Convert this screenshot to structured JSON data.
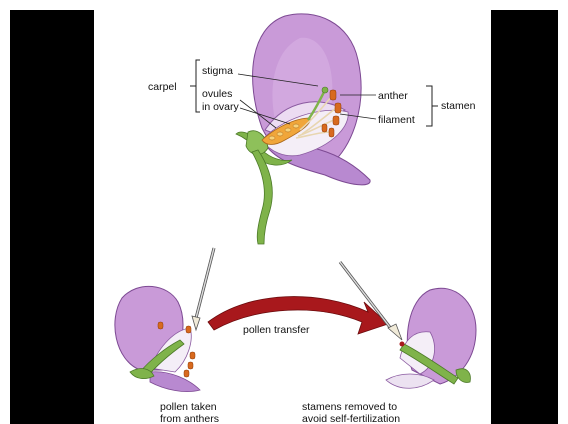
{
  "labels": {
    "carpel": "carpel",
    "stigma": "stigma",
    "ovules_line1": "ovules",
    "ovules_line2": "in ovary",
    "anther": "anther",
    "filament": "filament",
    "stamen": "stamen",
    "pollen_transfer": "pollen transfer",
    "pollen_taken_line1": "pollen taken",
    "pollen_taken_line2": "from anthers",
    "stamens_removed_line1": "stamens removed to",
    "stamens_removed_line2": "avoid self-fertilization"
  },
  "colors": {
    "petal": "#c99ad8",
    "petal_dark": "#9a5fb5",
    "petal_light": "#e6d2ee",
    "stem": "#7fb34a",
    "ovary": "#f0a63a",
    "anther": "#d86a1e",
    "arrow": "#a8181c"
  }
}
